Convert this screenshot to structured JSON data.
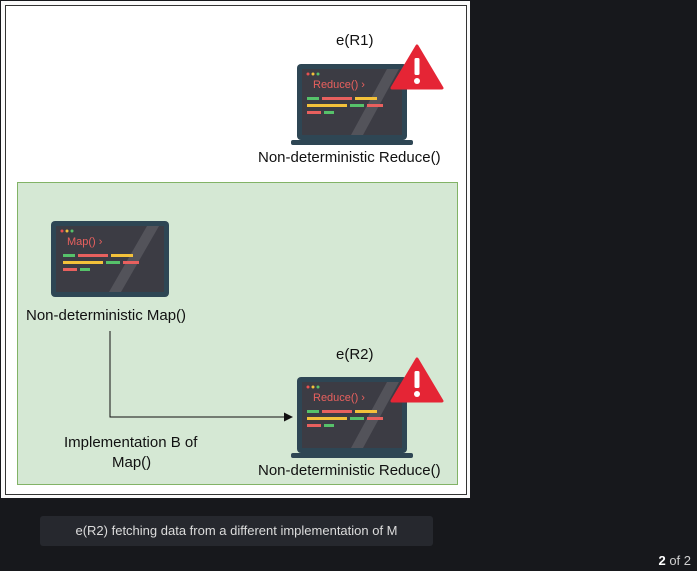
{
  "diagram": {
    "top_error_label": "e(R1)",
    "top_laptop_screen": "Reduce() ›",
    "top_laptop_caption": "Non-deterministic Reduce()",
    "map_laptop_screen": "Map() ›",
    "map_laptop_caption": "Non-deterministic Map()",
    "bottom_error_label": "e(R2)",
    "bottom_laptop_screen": "Reduce() ›",
    "bottom_laptop_caption": "Non-deterministic Reduce()",
    "arrow_label_line1": "Implementation B of",
    "arrow_label_line2": "Map()"
  },
  "caption": "e(R2) fetching data from a different implementation of M",
  "pager": {
    "current": "2",
    "total_text": "of 2"
  },
  "colors": {
    "container_fill": "#d5e8d4",
    "container_stroke": "#82b366",
    "warning": "#e52535",
    "laptop_frame": "#2e4654",
    "laptop_screen": "#3c3c44"
  }
}
